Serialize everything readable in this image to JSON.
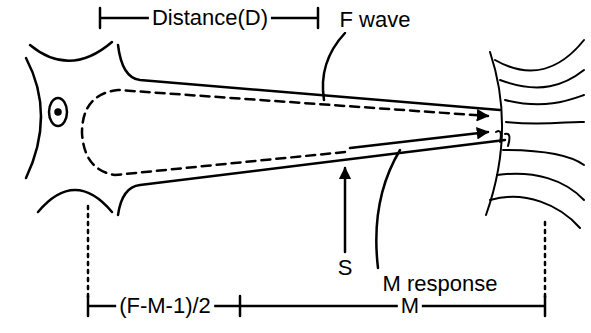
{
  "diagram": {
    "labels": [
      "Distance(D)",
      "F wave",
      "S",
      "M response",
      "(F-M-1)/2",
      "M"
    ]
  }
}
